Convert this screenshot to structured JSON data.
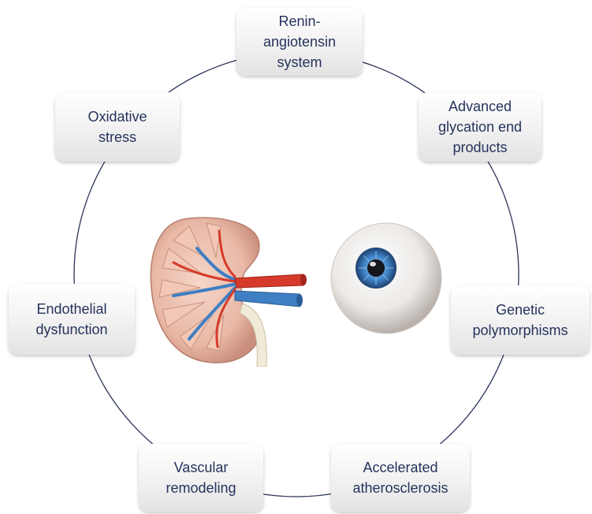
{
  "nodes": {
    "renin": "Renin-\nangiotensin\nsystem",
    "age": "Advanced\nglycation end\nproducts",
    "genetic": "Genetic\npolymorphisms",
    "athero": "Accelerated\natherosclerosis",
    "vascular": "Vascular\nremodeling",
    "endothelial": "Endothelial\ndysfunction",
    "oxidative": "Oxidative\nstress"
  },
  "illustrations": {
    "left": "kidney-icon",
    "right": "eye-icon"
  },
  "colors": {
    "text": "#25335c",
    "ring": "#2a3358",
    "artery": "#d63a2a",
    "vein": "#3f7fc4",
    "iris": "#3f84c8"
  }
}
